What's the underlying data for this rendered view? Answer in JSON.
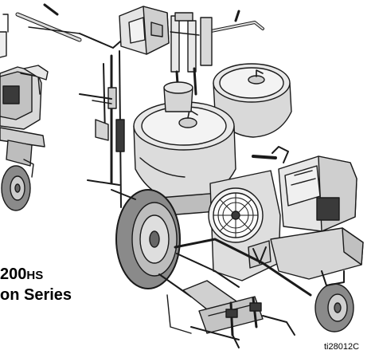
{
  "caption": {
    "model_number": "200",
    "model_suffix": "HS",
    "series_text": "on Series"
  },
  "figure_id": "ti28012C",
  "colors": {
    "line_art": "#1a1a1a",
    "body_fill": "#e3e3e3",
    "tire_fill": "#8a8a8a",
    "accent_fill": "#3a3a3a"
  },
  "icons": {
    "left_machine": "partial-line-striper-illustration",
    "right_machine": "line-striper-illustration"
  }
}
